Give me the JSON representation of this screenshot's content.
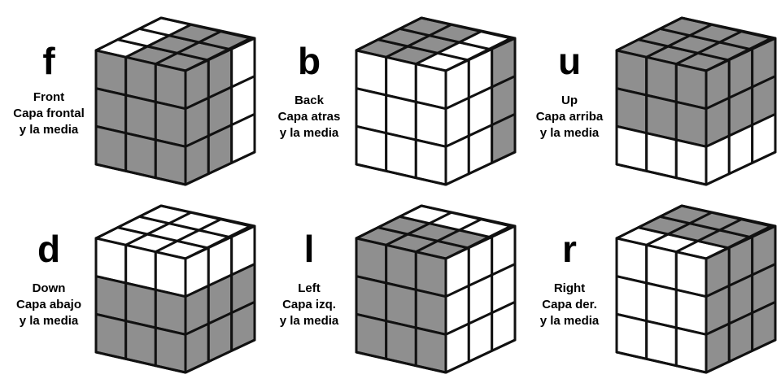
{
  "colors": {
    "shaded": "#8f8f8f",
    "plain": "#ffffff",
    "edge": "#111111"
  },
  "moves": [
    {
      "letter": "f",
      "lines": [
        "Front",
        "Capa frontal",
        "y la media"
      ],
      "shaded": "front"
    },
    {
      "letter": "b",
      "lines": [
        "Back",
        "Capa atras",
        "y la media"
      ],
      "shaded": "back"
    },
    {
      "letter": "u",
      "lines": [
        "Up",
        "Capa arriba",
        "y la media"
      ],
      "shaded": "up"
    },
    {
      "letter": "d",
      "lines": [
        "Down",
        "Capa abajo",
        "y la media"
      ],
      "shaded": "down"
    },
    {
      "letter": "l",
      "lines": [
        "Left",
        "Capa izq.",
        "y la media"
      ],
      "shaded": "left"
    },
    {
      "letter": "r",
      "lines": [
        "Right",
        "Capa der.",
        "y la media"
      ],
      "shaded": "right"
    }
  ]
}
